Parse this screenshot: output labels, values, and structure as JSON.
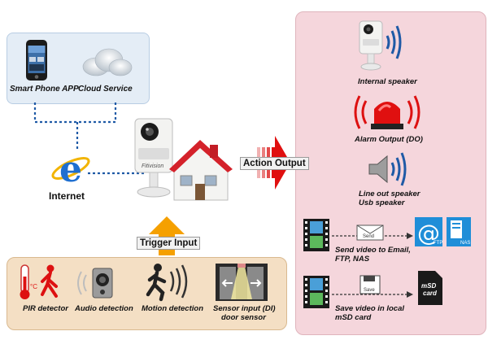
{
  "clients": {
    "smartphone_label": "Smart Phone APP",
    "cloud_label": "Cloud Service"
  },
  "network": {
    "internet_label": "Internet"
  },
  "camera": {
    "brand_label": "Fitivision"
  },
  "banners": {
    "action_output": "Action Output",
    "trigger_input": "Trigger Input"
  },
  "inputs": [
    {
      "label": "PIR detector"
    },
    {
      "label": "Audio detection"
    },
    {
      "label": "Motion detection"
    },
    {
      "label": "Sensor input (DI)",
      "label2": "door sensor"
    }
  ],
  "outputs": {
    "internal_speaker": "Internal speaker",
    "alarm_output": "Alarm Output (DO)",
    "line_out_1": "Line out speaker",
    "line_out_2": "Usb speaker",
    "send_video_1": "Send video to Email,",
    "send_video_2": "FTP, NAS",
    "save_video_1": "Save video in local",
    "save_video_2": "mSD card",
    "send_doc_label": "Send",
    "save_doc_label": "Save",
    "ftp_label": "FTP",
    "nas_label": "NAS",
    "msd_label_1": "mSD",
    "msd_label_2": "card"
  },
  "pir_icon_text": "°C",
  "colors": {
    "link_blue": "#1f5aa6",
    "arrow_red": "#e01010",
    "arrow_orange": "#f5a000",
    "right_panel": "#f5d6dc",
    "left_top_panel": "#e4edf6",
    "bottom_panel": "#f4dfc4"
  },
  "icons": [
    "smartphone-icon",
    "cloud-icon",
    "internet-explorer-icon",
    "camera-icon",
    "house-icon",
    "speaker-icon",
    "siren-icon",
    "loudspeaker-icon",
    "film-icon",
    "envelope-icon",
    "at-sign-icon",
    "nas-icon",
    "floppy-icon",
    "sd-card-icon",
    "pir-icon",
    "microphone-icon",
    "running-man-icon",
    "door-sensor-icon"
  ]
}
